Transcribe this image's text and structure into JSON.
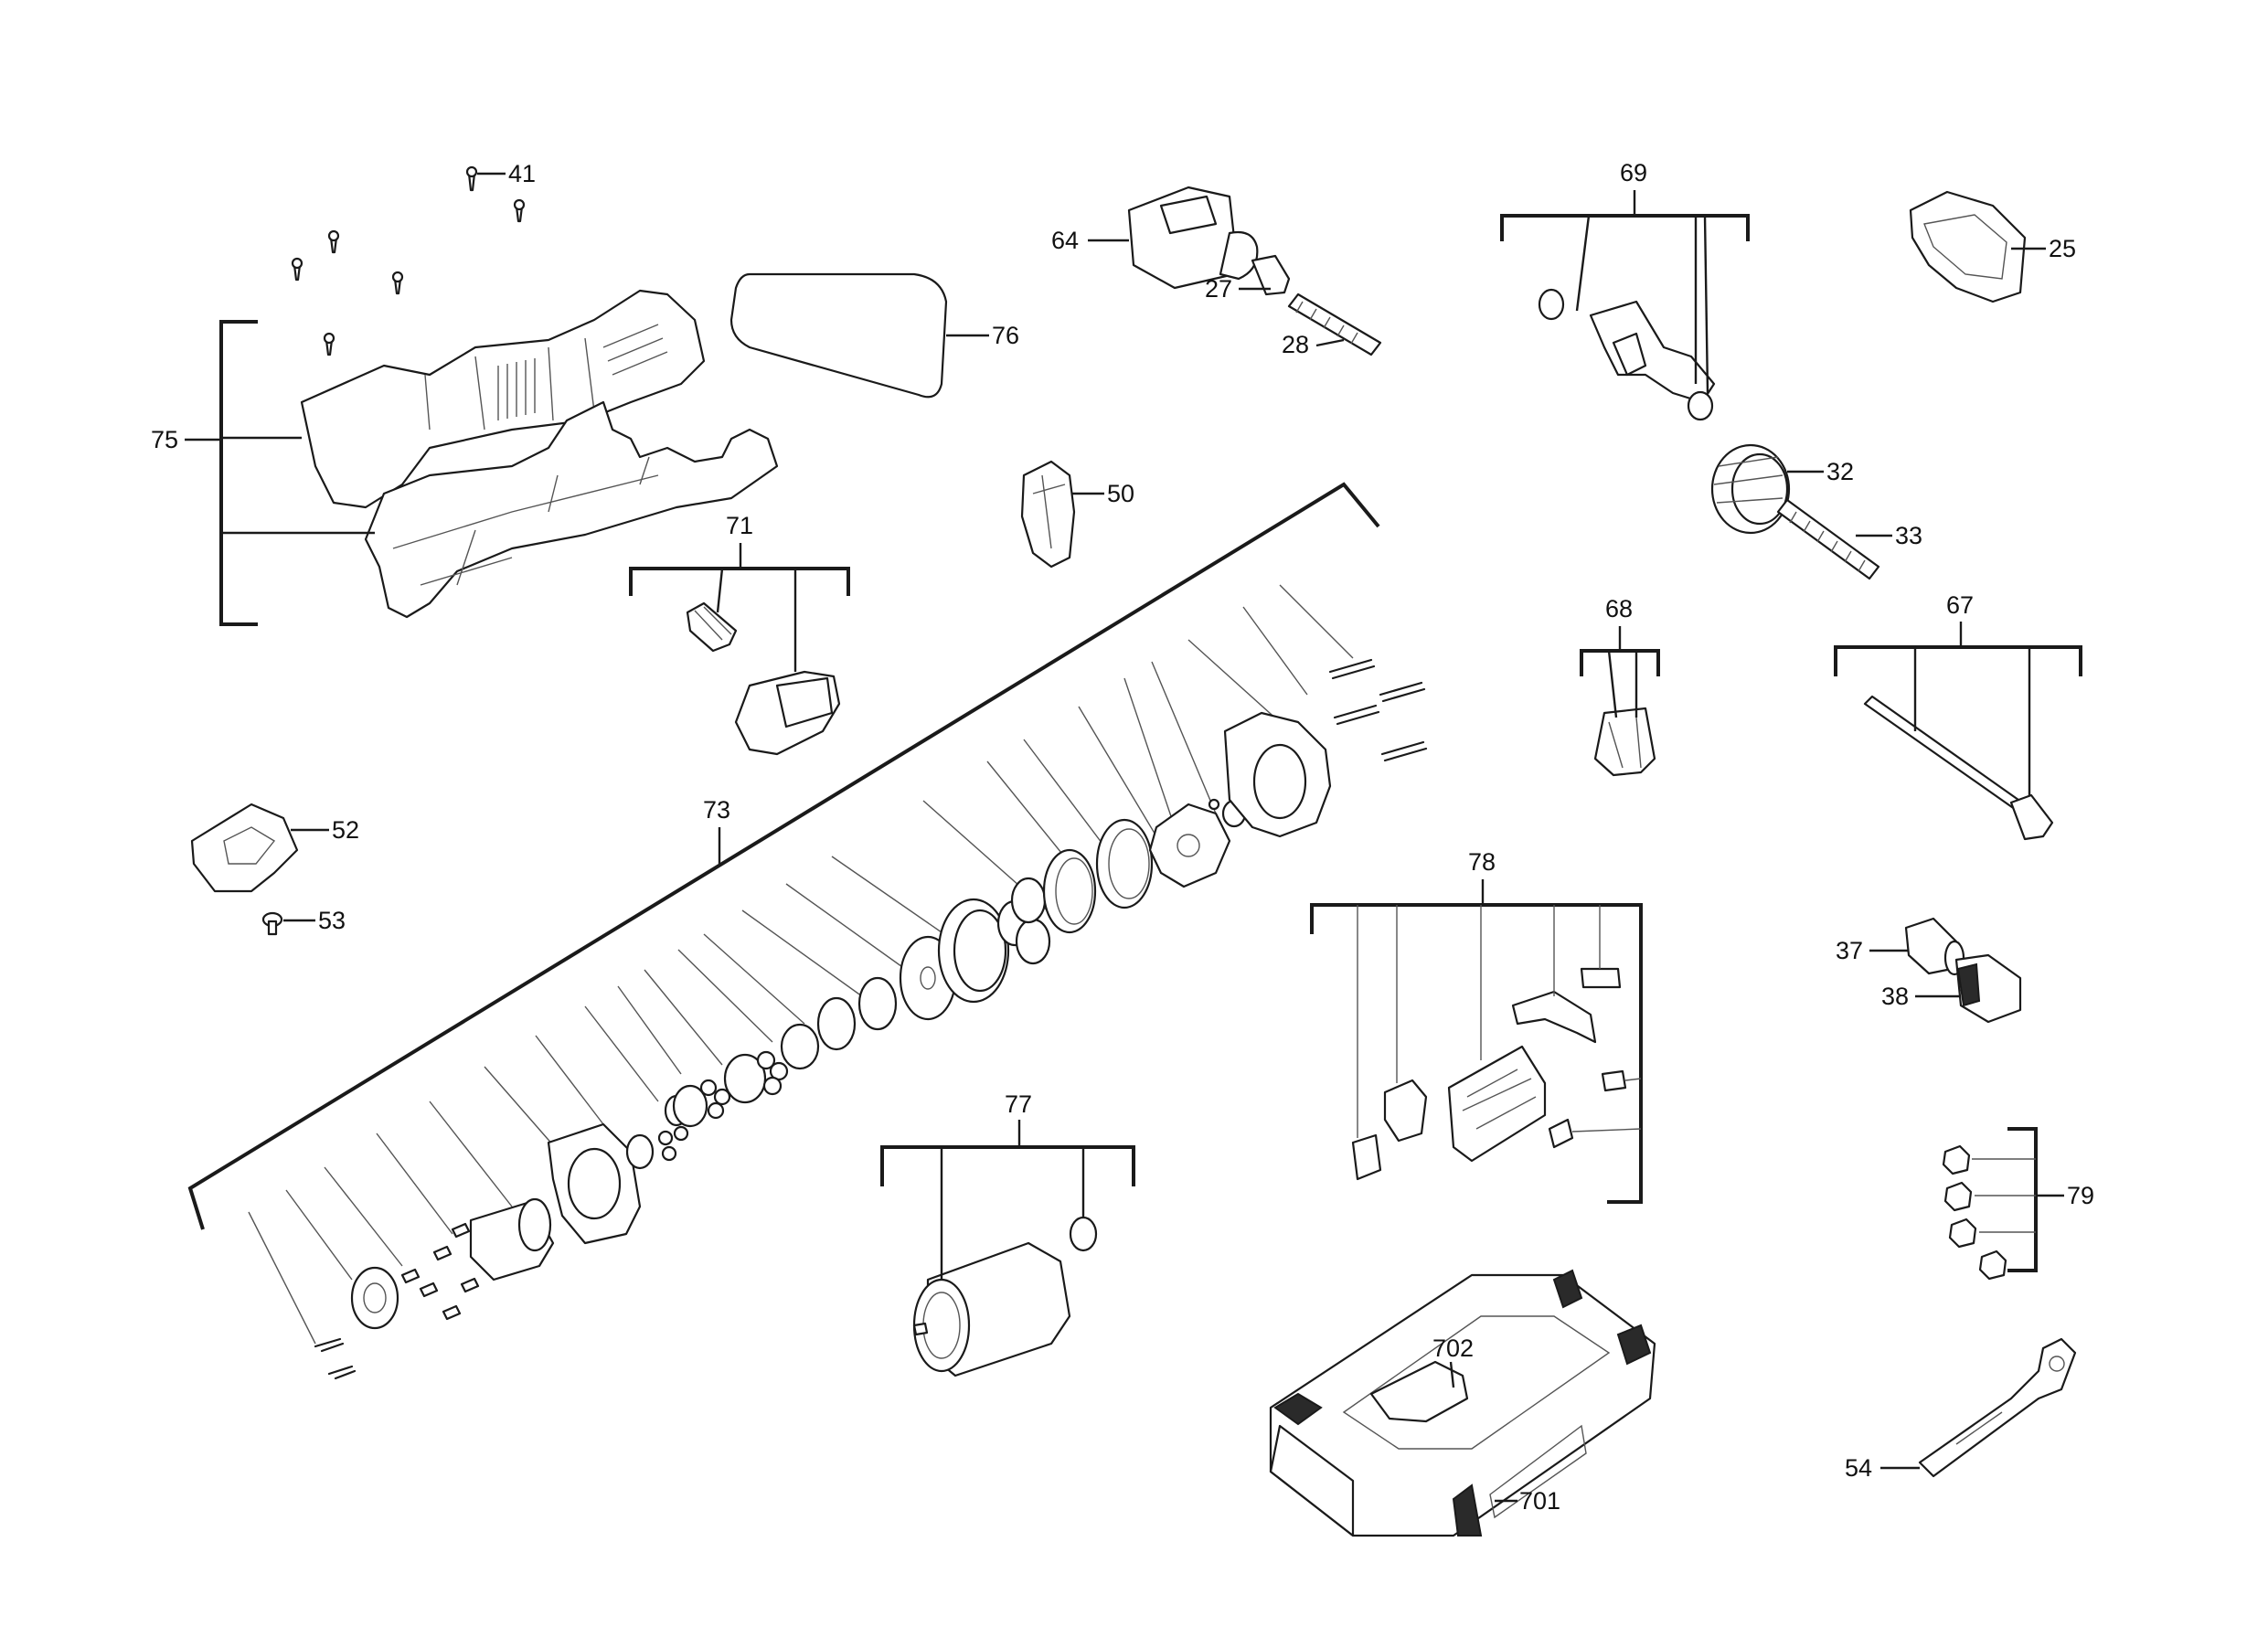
{
  "callouts": {
    "c25": "25",
    "c27": "27",
    "c28": "28",
    "c32": "32",
    "c33": "33",
    "c37": "37",
    "c38": "38",
    "c41": "41",
    "c50": "50",
    "c52": "52",
    "c53": "53",
    "c54": "54",
    "c64": "64",
    "c67": "67",
    "c68": "68",
    "c69": "69",
    "c71": "71",
    "c73": "73",
    "c75": "75",
    "c76": "76",
    "c77": "77",
    "c78": "78",
    "c79": "79",
    "c701": "701",
    "c702": "702"
  },
  "colors": {
    "line": "#1a1a1a",
    "background": "#ffffff"
  }
}
